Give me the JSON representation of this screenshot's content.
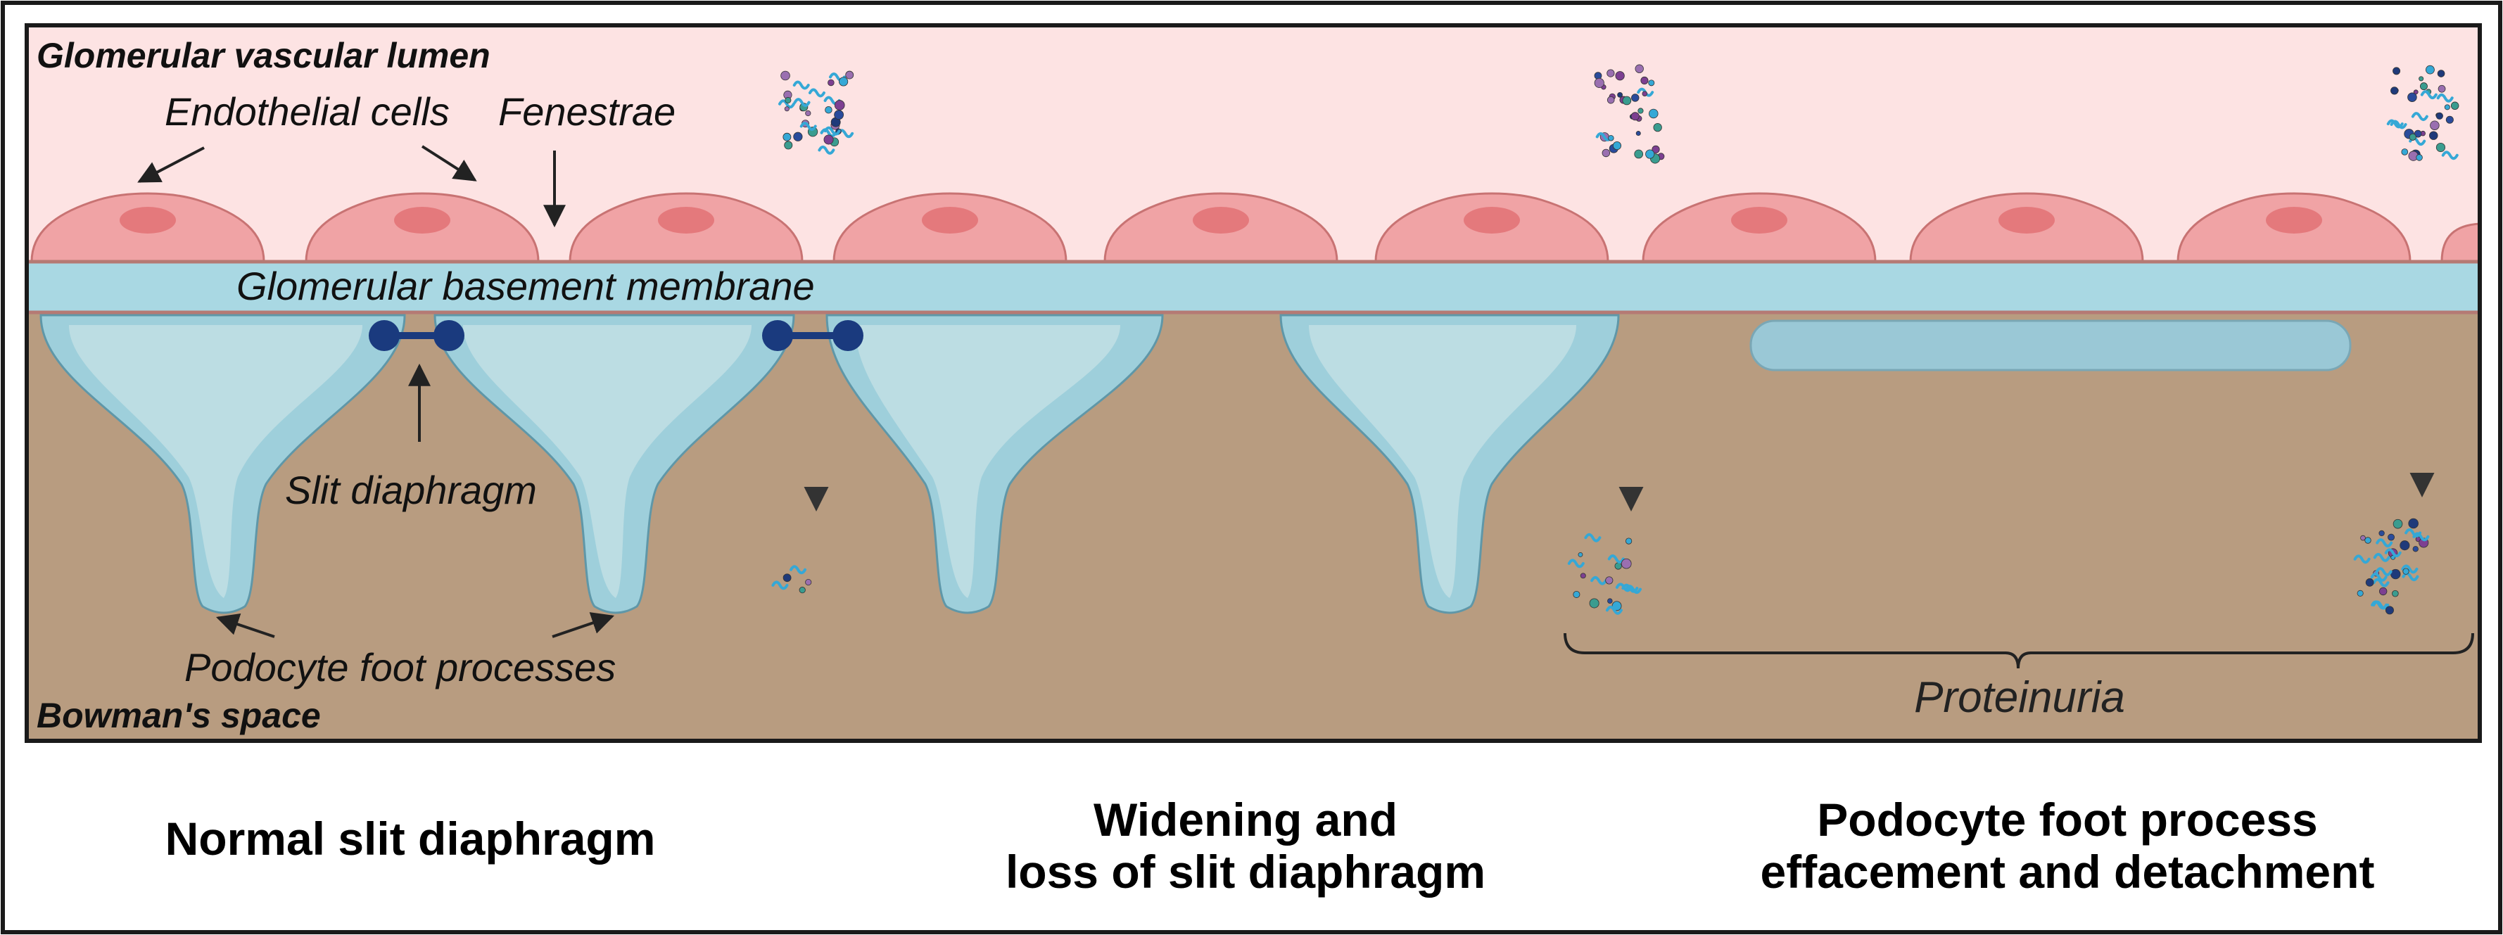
{
  "labels": {
    "lumen": "Glomerular vascular lumen",
    "endothelial": "Endothelial cells",
    "fenestrae": "Fenestrae",
    "gbm": "Glomerular basement membrane",
    "slit": "Slit diaphragm",
    "podocytes": "Podocyte foot processes",
    "bowman": "Bowman's space",
    "proteinuria": "Proteinuria"
  },
  "captions": {
    "normal": "Normal slit diaphragm",
    "widening_line1": "Widening and",
    "widening_line2": "loss of slit diaphragm",
    "effacement_line1": "Podocyte foot process",
    "effacement_line2": "effacement and detachment"
  },
  "colors": {
    "lumen_bg": "#fde3e3",
    "endothelial_fill": "#f0a3a5",
    "endothelial_nucleus": "#e4797c",
    "gbm_fill": "#a9d8e3",
    "bowman_bg": "#b89c80",
    "podocyte_fill": "#bcdde3",
    "podocyte_shade": "#9ecfdb",
    "slit_diaphragm": "#1a3a7e",
    "protein_blue": "#35a8d6",
    "frame": "#1a1a1a"
  }
}
